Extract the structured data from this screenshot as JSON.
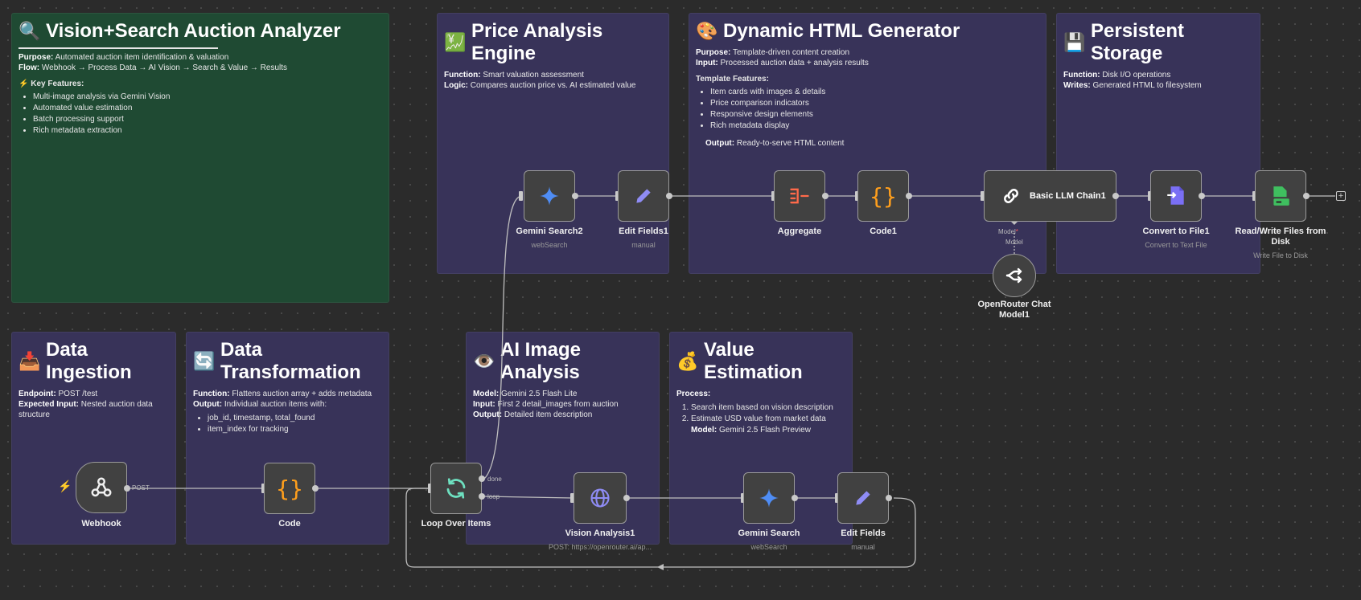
{
  "stickies": {
    "vision": {
      "emoji": "🔍",
      "title": "Vision+Search Auction Analyzer",
      "purpose_label": "Purpose:",
      "purpose": "Automated auction item identification & valuation",
      "flow_label": "Flow:",
      "flow": "Webhook → Process Data → AI Vision → Search & Value → Results",
      "features_heading": "⚡ Key Features:",
      "features": [
        "Multi-image analysis via Gemini Vision",
        "Automated value estimation",
        "Batch processing support",
        "Rich metadata extraction"
      ]
    },
    "price": {
      "emoji": "💹",
      "title": "Price Analysis Engine",
      "function_label": "Function:",
      "function": "Smart valuation assessment",
      "logic_label": "Logic:",
      "logic": "Compares auction price vs. AI estimated value"
    },
    "html": {
      "emoji": "🎨",
      "title": "Dynamic HTML Generator",
      "purpose_label": "Purpose:",
      "purpose": "Template-driven content creation",
      "input_label": "Input:",
      "input": "Processed auction data + analysis results",
      "features_heading": "Template Features:",
      "features": [
        "Item cards with images & details",
        "Price comparison indicators",
        "Responsive design elements",
        "Rich metadata display"
      ],
      "output_label": "Output:",
      "output": "Ready-to-serve HTML content"
    },
    "storage": {
      "emoji": "💾",
      "title": "Persistent Storage",
      "function_label": "Function:",
      "function": "Disk I/O operations",
      "writes_label": "Writes:",
      "writes": "Generated HTML to filesystem"
    },
    "ingestion": {
      "emoji": "📥",
      "title": "Data Ingestion",
      "endpoint_label": "Endpoint:",
      "endpoint": "POST /test",
      "input_label": "Expected Input:",
      "input": "Nested auction data structure"
    },
    "transform": {
      "emoji": "🔄",
      "title": "Data Transformation",
      "function_label": "Function:",
      "function": "Flattens auction array + adds metadata",
      "output_label": "Output:",
      "output": "Individual auction items with:",
      "items": [
        "job_id, timestamp, total_found",
        "item_index for tracking"
      ]
    },
    "image": {
      "emoji": "👁️",
      "title": "AI Image Analysis",
      "model_label": "Model:",
      "model": "Gemini 2.5 Flash Lite",
      "input_label": "Input:",
      "input": "First 2 detail_images from auction",
      "output_label": "Output:",
      "output": "Detailed item description"
    },
    "value": {
      "emoji": "💰",
      "title": "Value Estimation",
      "process_label": "Process:",
      "steps": [
        "Search item based on vision description",
        "Estimate USD value from market data"
      ],
      "model_label": "Model:",
      "model": "Gemini 2.5 Flash Preview"
    }
  },
  "nodes": {
    "webhook": {
      "label": "Webhook",
      "out_label": "POST",
      "icon": "webhook-icon"
    },
    "code": {
      "label": "Code",
      "icon": "braces-icon"
    },
    "loop": {
      "label": "Loop Over Items",
      "done_label": "done",
      "loop_label": "loop",
      "icon": "loop-icon"
    },
    "vision_analysis": {
      "label": "Vision Analysis1",
      "sub": "POST: https://openrouter.ai/ap...",
      "icon": "globe-icon"
    },
    "gemini_search": {
      "label": "Gemini Search",
      "sub": "webSearch",
      "icon": "sparkle-icon"
    },
    "edit_fields": {
      "label": "Edit Fields",
      "sub": "manual",
      "icon": "pencil-icon"
    },
    "gemini_search2": {
      "label": "Gemini Search2",
      "sub": "webSearch",
      "icon": "sparkle-icon"
    },
    "edit_fields1": {
      "label": "Edit Fields1",
      "sub": "manual",
      "icon": "pencil-icon"
    },
    "aggregate": {
      "label": "Aggregate",
      "icon": "aggregate-icon"
    },
    "code1": {
      "label": "Code1",
      "icon": "braces-icon"
    },
    "llm_chain": {
      "label": "Basic LLM Chain1",
      "model_port": "Model",
      "icon": "link-icon"
    },
    "openrouter": {
      "label": "OpenRouter Chat Model1",
      "port_label": "Model",
      "icon": "openrouter-icon"
    },
    "convert": {
      "label": "Convert to File1",
      "sub": "Convert to Text File",
      "icon": "file-convert-icon"
    },
    "readwrite": {
      "label": "Read/Write Files from Disk",
      "sub": "Write File to Disk",
      "icon": "disk-file-icon"
    }
  },
  "colors": {
    "sticky_purple": "#383359",
    "sticky_green": "#1f4a33",
    "canvas": "#2b2b2b"
  }
}
